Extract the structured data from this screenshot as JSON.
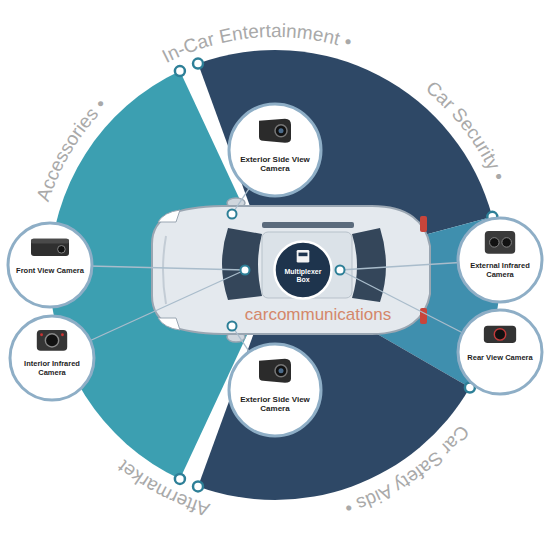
{
  "diagram": {
    "nodes": [
      {
        "text": [
          "Exterior Side View Camera"
        ]
      },
      {
        "text": [
          "Front View Camera"
        ]
      },
      {
        "text": [
          "Interior Infrared Camera"
        ]
      },
      {
        "text": [
          "Multiplexer Box"
        ]
      },
      {
        "text": [
          "Exterior Side View Camera"
        ]
      },
      {
        "text": [
          "External Infrared Camera"
        ]
      },
      {
        "text": [
          "Rear View Camera"
        ]
      }
    ],
    "labels": [
      "Accessories •",
      "In-Car Entertainment •",
      "Car Security •",
      "Car Safety Aids •",
      "Aftermarket",
      "carcommunications"
    ]
  }
}
